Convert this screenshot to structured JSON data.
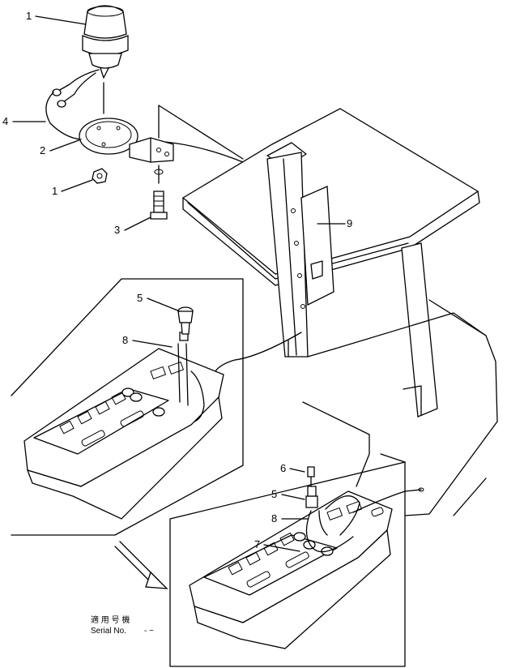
{
  "callouts": {
    "c1_top": "1",
    "c4": "4",
    "c2": "2",
    "c1_nut": "1",
    "c3": "3",
    "c9": "9",
    "c5_left": "5",
    "c8_left": "8",
    "c6": "6",
    "c5_right": "5",
    "c8_right": "8",
    "c7": "7"
  },
  "serial": {
    "jp_label": "適 用 号 機",
    "en_label": "Serial No.",
    "range": "- ~"
  }
}
